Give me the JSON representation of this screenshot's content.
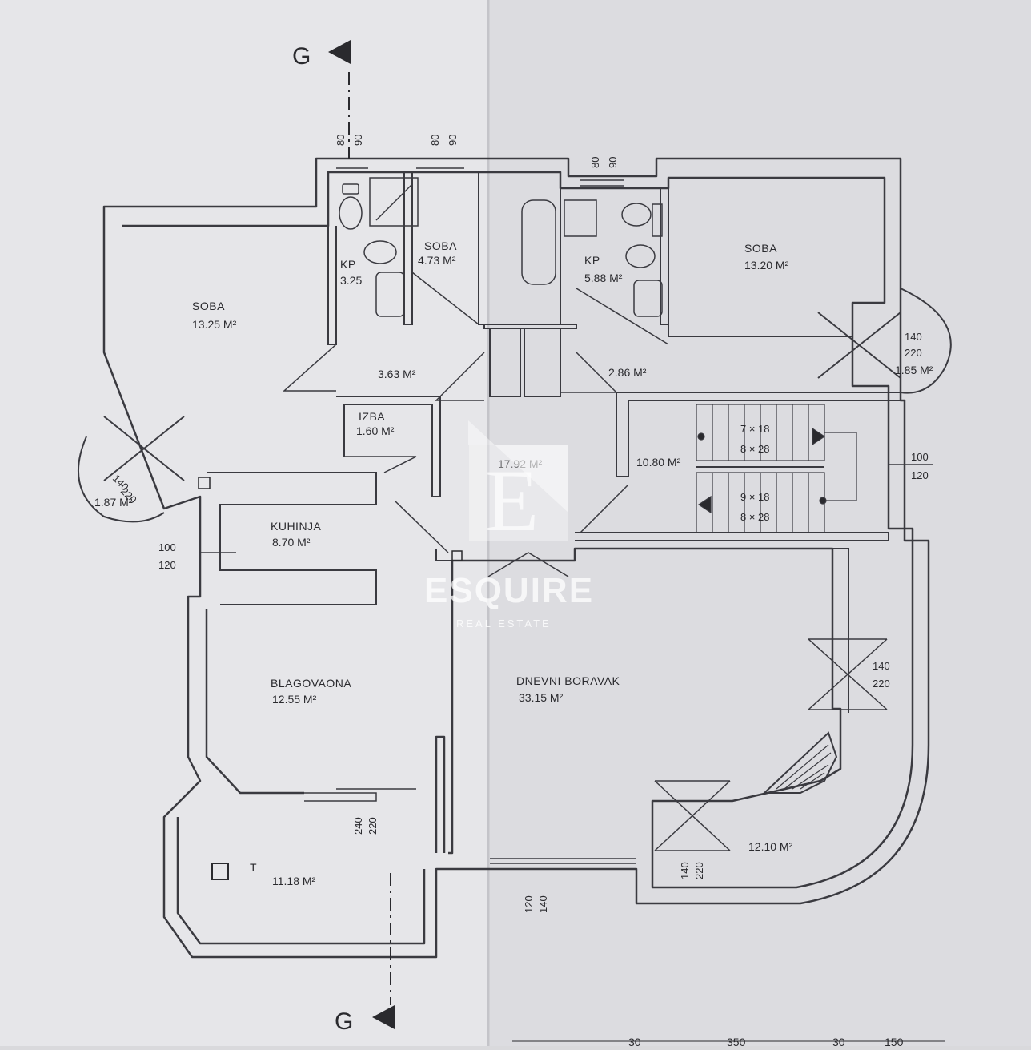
{
  "section_marks": {
    "top": "G",
    "bottom": "G"
  },
  "rooms": {
    "soba_left": {
      "name": "SOBA",
      "area": "13.25 M²"
    },
    "bath_left": {
      "name": "KP",
      "area": "3.25"
    },
    "soba_small": {
      "name": "SOBA",
      "area": "4.73 M²"
    },
    "bath_right": {
      "name": "KP",
      "area": "5.88 M²"
    },
    "soba_right": {
      "name": "SOBA",
      "area": "13.20 M²"
    },
    "hall_left": {
      "area": "3.63 M²"
    },
    "hall_right": {
      "area": "2.86 M²"
    },
    "izba": {
      "name": "IZBA",
      "area": "1.60 M²"
    },
    "corridor": {
      "area": "17.92 M²"
    },
    "stair": {
      "area": "10.80 M²"
    },
    "kuhinja": {
      "name": "KUHINJA",
      "area": "8.70 M²"
    },
    "blagovaona": {
      "name": "BLAGOVAONA",
      "area": "12.55 M²"
    },
    "boravak": {
      "name": "DNEVNI BORAVAK",
      "area": "33.15 M²"
    },
    "terrace_left": {
      "area": "11.18 M²",
      "mark": "T"
    },
    "terrace_right": {
      "area": "12.10 M²"
    },
    "bay_left": {
      "area": "1.87 M²"
    },
    "bay_right": {
      "area": "1.85 M²"
    }
  },
  "stair_steps": {
    "upper_a": "7 × 18",
    "upper_b": "8 × 28",
    "lower_a": "9 × 18",
    "lower_b": "8 × 28"
  },
  "dims": {
    "w_top1_a": "80",
    "w_top1_b": "90",
    "w_top2_a": "80",
    "w_top2_b": "90",
    "w_top3_a": "80",
    "w_top3_b": "90",
    "bay_l_a": "140",
    "bay_l_b": "220",
    "bay_r_a": "140",
    "bay_r_b": "220",
    "stair_win_a": "100",
    "stair_win_b": "120",
    "kitchen_win_a": "100",
    "kitchen_win_b": "120",
    "living_win_a": "140",
    "living_win_b": "220",
    "door_dining_a": "240",
    "door_dining_b": "220",
    "door_terr_a": "140",
    "door_terr_b": "220",
    "door_bottom_a": "120",
    "door_bottom_b": "140"
  },
  "bottom_scale": [
    "30",
    "350",
    "30",
    "150"
  ],
  "watermark": {
    "letter": "E",
    "brand": "ESQUIRE",
    "sub": "REAL ESTATE"
  },
  "colors": {
    "paper_left": "#e6e6e9",
    "paper_right": "#dcdce0",
    "ink": "#2a2a2e",
    "wall": "#3a3a40"
  }
}
